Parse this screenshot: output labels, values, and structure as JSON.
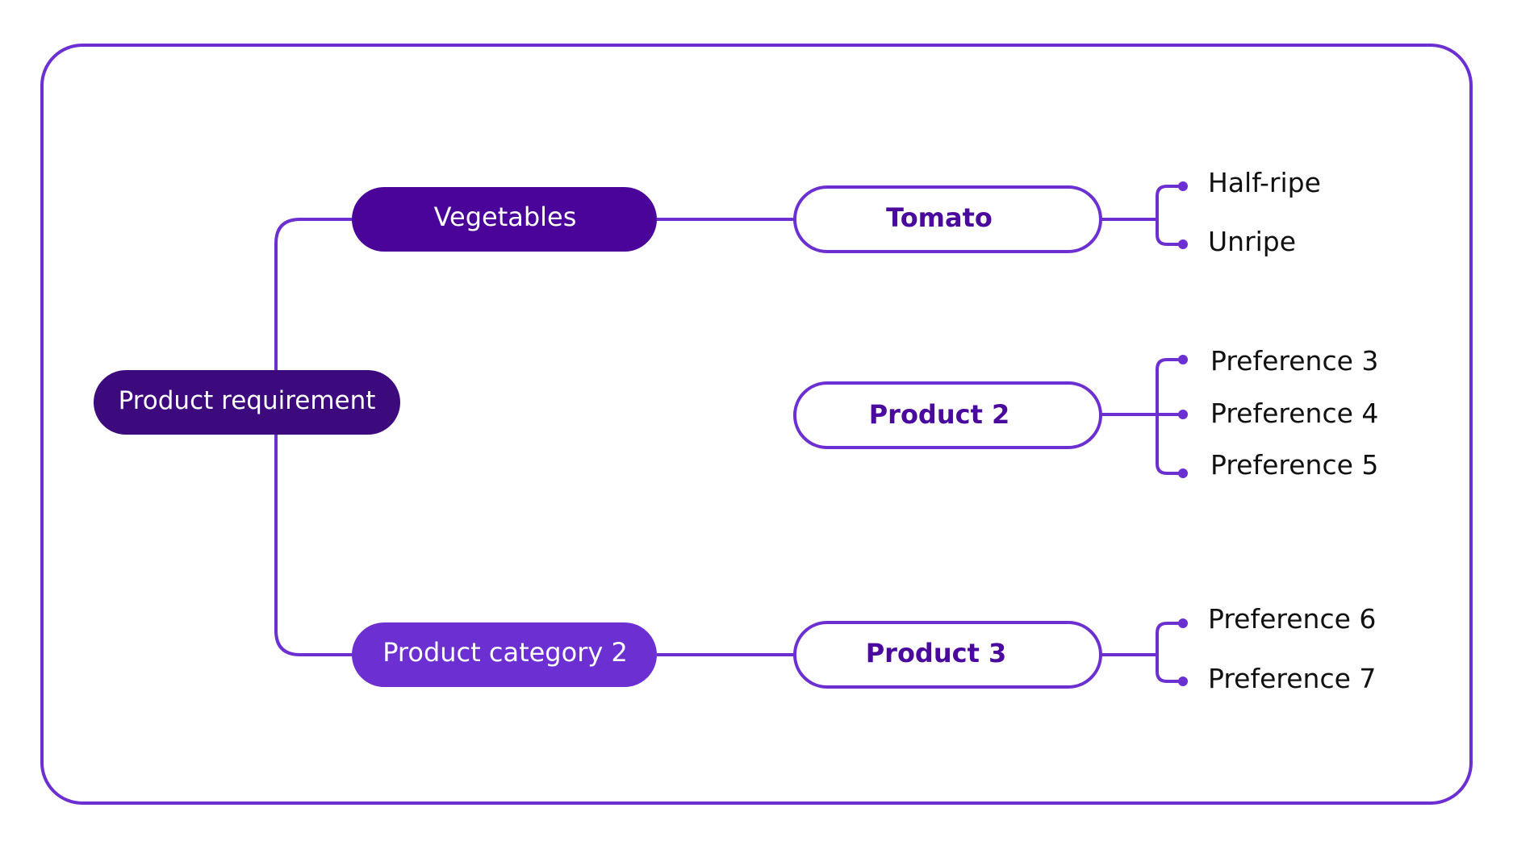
{
  "colors": {
    "frame": "#6c2fd1",
    "line": "#6c2fd1",
    "root_fill": "#3d0a7e",
    "level1_a_fill": "#4a0499",
    "level1_b_fill": "#6c2fd1",
    "level2_stroke": "#6c2fd1",
    "level2_text": "#4a0a9e",
    "leaf_text": "#111111",
    "pill_text_light": "#ffffff"
  },
  "root": {
    "label": "Product requirement"
  },
  "categories": [
    {
      "label": "Vegetables",
      "products": [
        {
          "label": "Tomato",
          "preferences": [
            "Half-ripe",
            "Unripe"
          ]
        },
        {
          "label": "Product 2",
          "preferences": [
            "Preference 3",
            "Preference 4",
            "Preference 5"
          ]
        }
      ]
    },
    {
      "label": "Product category 2",
      "products": [
        {
          "label": "Product 3",
          "preferences": [
            "Preference 6",
            "Preference 7"
          ]
        }
      ]
    }
  ]
}
